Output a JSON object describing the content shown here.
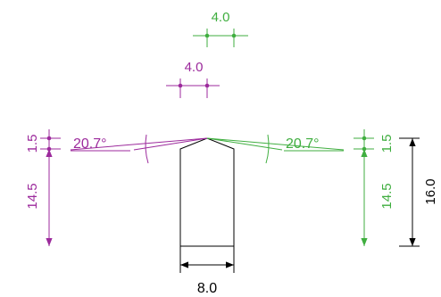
{
  "colors": {
    "outline": "#000000",
    "left_dims": "#9c2a9c",
    "right_dims": "#3fae3f",
    "background": "#ffffff"
  },
  "dimensions": {
    "top_green_width": "4.0",
    "top_purple_width": "4.0",
    "left_angle": "20.7°",
    "right_angle": "20.7°",
    "left_upper": "1.5",
    "left_lower": "14.5",
    "right_upper": "1.5",
    "right_lower": "14.5",
    "total_height": "16.0",
    "bottom_width": "8.0"
  }
}
